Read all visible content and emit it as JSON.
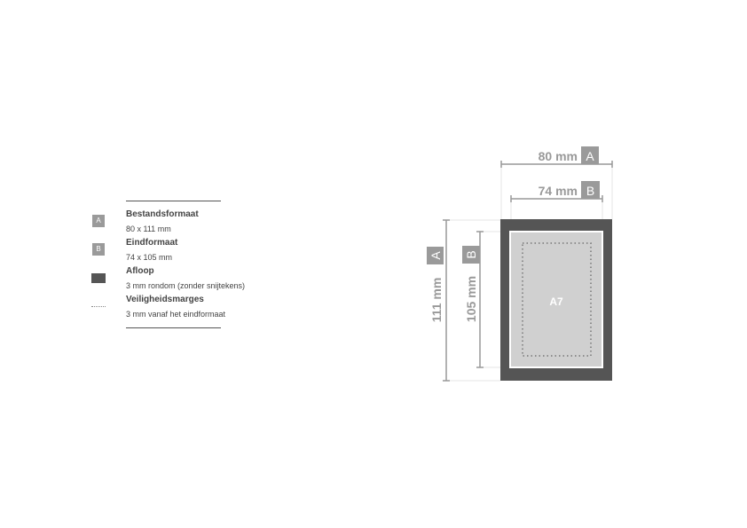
{
  "legend": {
    "items": [
      {
        "badge": "A",
        "title": "Bestandsformaat",
        "desc": "80 x 111 mm"
      },
      {
        "badge": "B",
        "title": "Eindformaat",
        "desc": "74 x 105 mm"
      },
      {
        "title": "Afloop",
        "desc": "3 mm rondom (zonder snijtekens)"
      },
      {
        "title": "Veiligheidsmarges",
        "desc": "3 mm vanaf het eindformaat"
      }
    ]
  },
  "diagram": {
    "format_label": "A7",
    "width_a": "80 mm",
    "width_b": "74 mm",
    "height_a": "111 mm",
    "height_b": "105 mm",
    "badge_a": "A",
    "badge_b": "B"
  },
  "colors": {
    "bleed": "#555555",
    "badge": "#9a9a9a",
    "page": "#d0d0d0"
  }
}
